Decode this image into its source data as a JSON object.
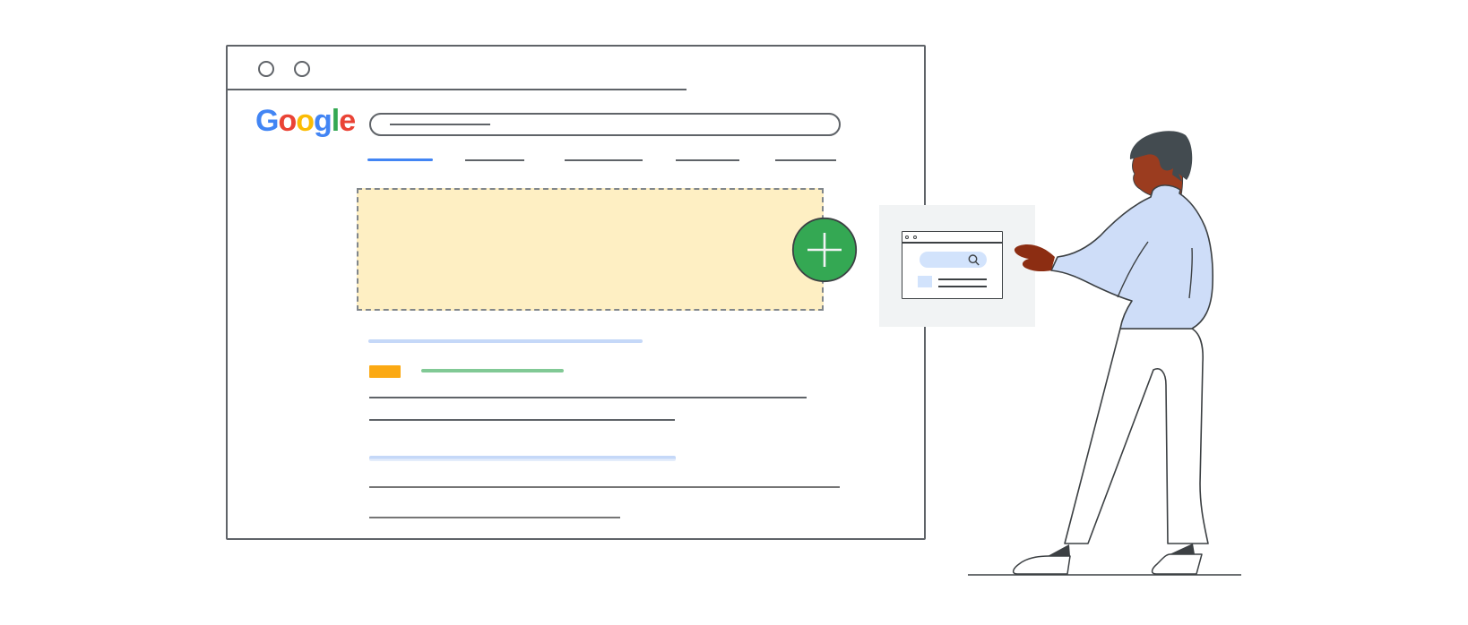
{
  "illustration": {
    "browser": {
      "logo": {
        "text": "Google",
        "letters": [
          {
            "char": "G",
            "color": "#4285F4"
          },
          {
            "char": "o",
            "color": "#EA4335"
          },
          {
            "char": "o",
            "color": "#FBBC05"
          },
          {
            "char": "g",
            "color": "#4285F4"
          },
          {
            "char": "l",
            "color": "#34A853"
          },
          {
            "char": "e",
            "color": "#EA4335"
          }
        ]
      },
      "window_controls": {
        "dot_count": 2
      },
      "search_results": {
        "ad_slot": {
          "state": "empty",
          "fill_color": "#FEEFC3",
          "border_style": "dashed"
        },
        "ad_badge_color": "#FBA913",
        "skeleton_colors": {
          "active_tab_blue": "#4285F4",
          "title_blue": "#C5D8F8",
          "url_green": "#81C995",
          "text_dark": "#5F6368",
          "text_gray": "#757575"
        }
      }
    },
    "add_button": {
      "icon": "plus-icon",
      "color": "#34A853",
      "cross_color": "#F1F3F4"
    },
    "preview_card": {
      "background": "#F1F3F4",
      "search_icon": "magnifier-icon",
      "pill_color": "#D2E3FC"
    },
    "person": {
      "skin_color": "#9B3C1F",
      "hand_color": "#8C2D12",
      "hair_color": "#434B50",
      "sweater_color": "#CEDDF8",
      "pants_color": "#FFFFFF",
      "outline_color": "#3C4043"
    }
  }
}
